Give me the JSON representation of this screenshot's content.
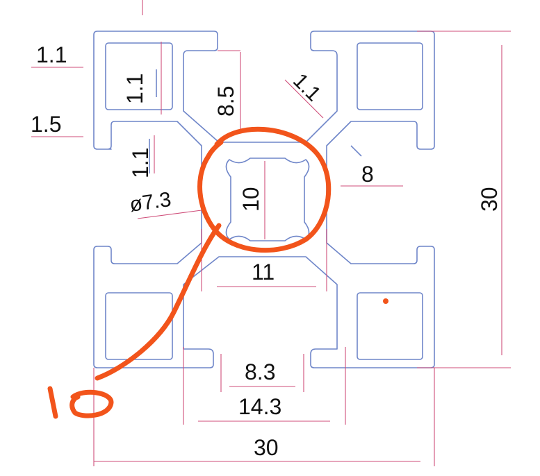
{
  "colors": {
    "background": "#ffffff",
    "profile_outline": "#6f86c9",
    "dimension_line": "#cf4e7a",
    "dimension_text": "#111111",
    "annotation": "#f2541b"
  },
  "dimensions": {
    "wall_top": "1.1",
    "wall_vertical": "1.1",
    "wall_flange": "1.5",
    "wall_lower": "1.1",
    "depth_8_5": "8.5",
    "diag_1_1": "1.1",
    "slot_8": "8",
    "bore": "ø7.3",
    "core_10": "10",
    "core_11": "11",
    "slot_opening": "8.3",
    "slot_inner": "14.3",
    "overall_width": "30",
    "overall_height": "30"
  },
  "annotation": {
    "handwritten_value": "10"
  }
}
